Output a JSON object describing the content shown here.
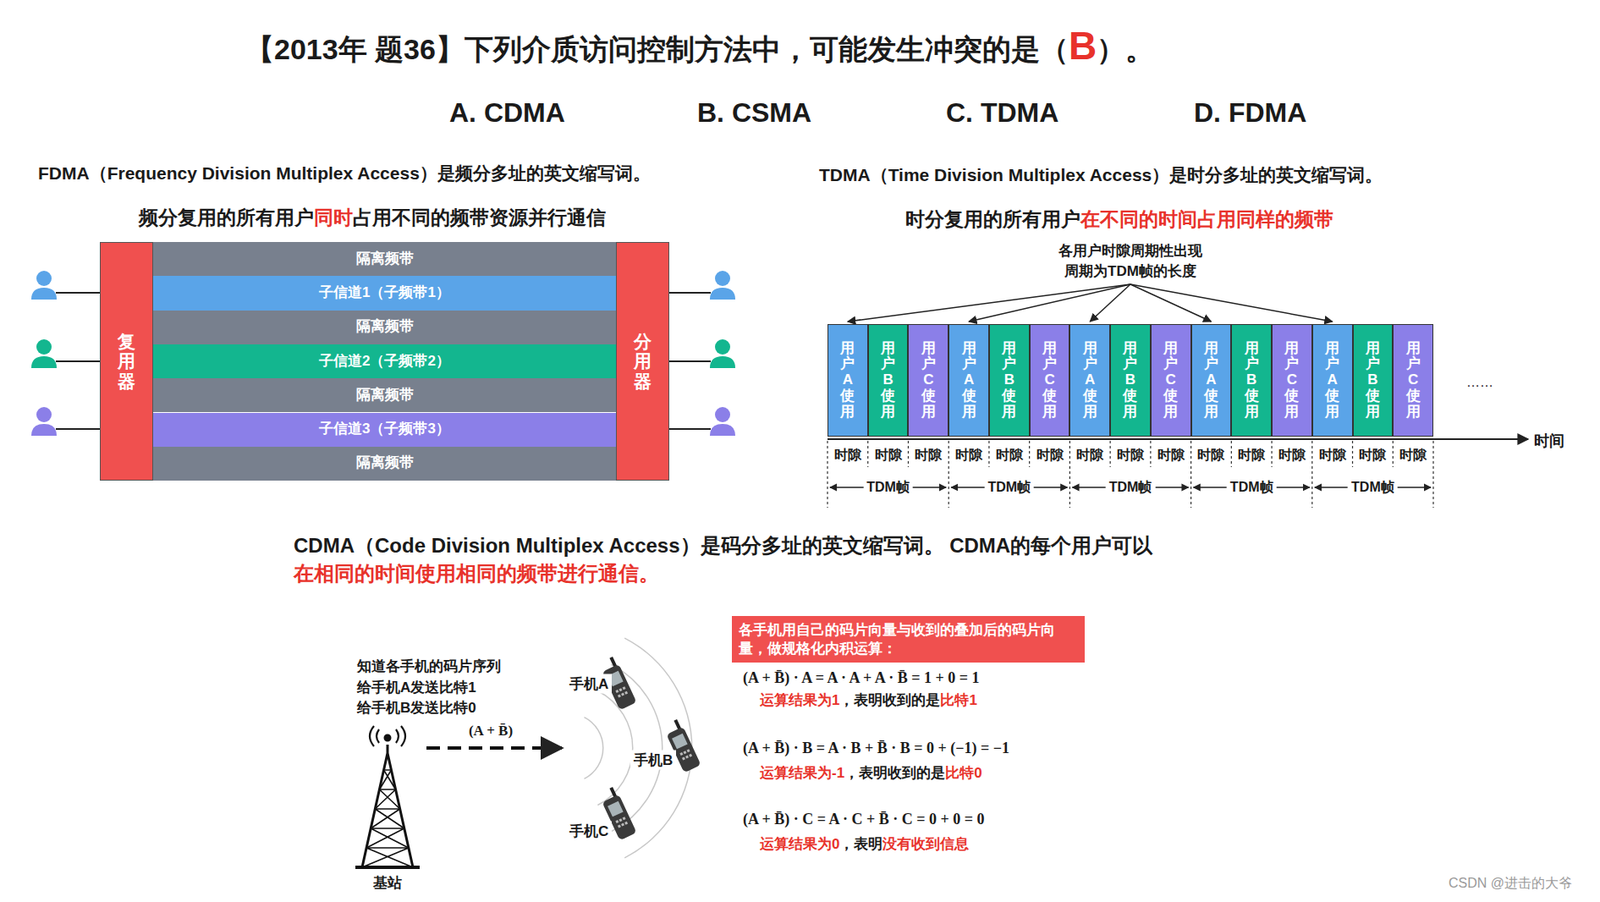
{
  "diagram": {
    "title": "【2013年 题36】下列介质访问控制方法中，可能发生冲突的是（",
    "nodes": [
      {
        "text": [
          "复用器"
        ]
      },
      {
        "text": [
          "隔离频带"
        ]
      },
      {
        "text": [
          "子信道1（子频带1）"
        ]
      },
      {
        "text": [
          "隔离频带"
        ]
      },
      {
        "text": [
          "子信道2（子频带2）"
        ]
      },
      {
        "text": [
          "隔离频带"
        ]
      },
      {
        "text": [
          "子信道3（子频带3）"
        ]
      },
      {
        "text": [
          "隔离频带"
        ]
      },
      {
        "text": [
          "分用器"
        ]
      },
      {
        "text": [
          "用户A使用"
        ]
      },
      {
        "text": [
          "用户B使用"
        ]
      },
      {
        "text": [
          "用户C使用"
        ]
      },
      {
        "text": [
          "用户A使用"
        ]
      },
      {
        "text": [
          "用户B使用"
        ]
      },
      {
        "text": [
          "用户C使用"
        ]
      },
      {
        "text": [
          "用户A使用"
        ]
      },
      {
        "text": [
          "用户B使用"
        ]
      },
      {
        "text": [
          "用户C使用"
        ]
      },
      {
        "text": [
          "用户A使用"
        ]
      },
      {
        "text": [
          "用户B使用"
        ]
      },
      {
        "text": [
          "用户C使用"
        ]
      },
      {
        "text": [
          "用户A使用"
        ]
      },
      {
        "text": [
          "用户B使用"
        ]
      },
      {
        "text": [
          "用户C使用"
        ]
      },
      {
        "text": [
          "各手机用自己的码片向量与收到的叠加后的码片向量，做规格化内积运算："
        ]
      }
    ],
    "labels": [
      "B",
      "）。",
      "A. CDMA",
      "B. CSMA",
      "C. TDMA",
      "D. FDMA",
      "FDMA（Frequency Division Multiplex Access）是频分多址的英文缩写词。",
      "频分复用的所有用户",
      "同时",
      "占用不同的频带资源并行通信",
      "TDMA（Time Division Multiplex Access）是时分多址的英文缩写词。",
      "时分复用的所有用户",
      "在不同的时间占用同样的频带",
      "各用户时隙周期性出现 周期为TDM帧的长度",
      "……",
      "时间",
      "时隙",
      "时隙",
      "时隙",
      "时隙",
      "时隙",
      "时隙",
      "时隙",
      "时隙",
      "时隙",
      "时隙",
      "时隙",
      "时隙",
      "时隙",
      "时隙",
      "时隙",
      "TDM帧",
      "TDM帧",
      "TDM帧",
      "TDM帧",
      "TDM帧",
      "CDMA（Code Division Multiplex Access）是码分多址的英文缩写词。 CDMA的每个用户可以",
      "在相同的时间使用相同的频带进行通信。",
      "知道各手机的码片序列",
      "给手机A发送比特1",
      "给手机B发送比特0",
      "(A + B̄)",
      "手机A",
      "手机B",
      "手机C",
      "基站",
      "(A + B̄) · A = A · A + A · B̄ = 1 + 0 = 1",
      "运算结果为1",
      "，表明收到的是",
      "比特1",
      "(A + B̄) · B = A · B + B̄ · B = 0 + (−1) = −1",
      "运算结果为-1",
      "，表明收到的是",
      "比特0",
      "(A + B̄) · C = A · C + B̄ · C = 0 + 0 = 0",
      "运算结果为0",
      "，表明",
      "没有收到信息",
      "CSDN @进击的大爷"
    ]
  }
}
